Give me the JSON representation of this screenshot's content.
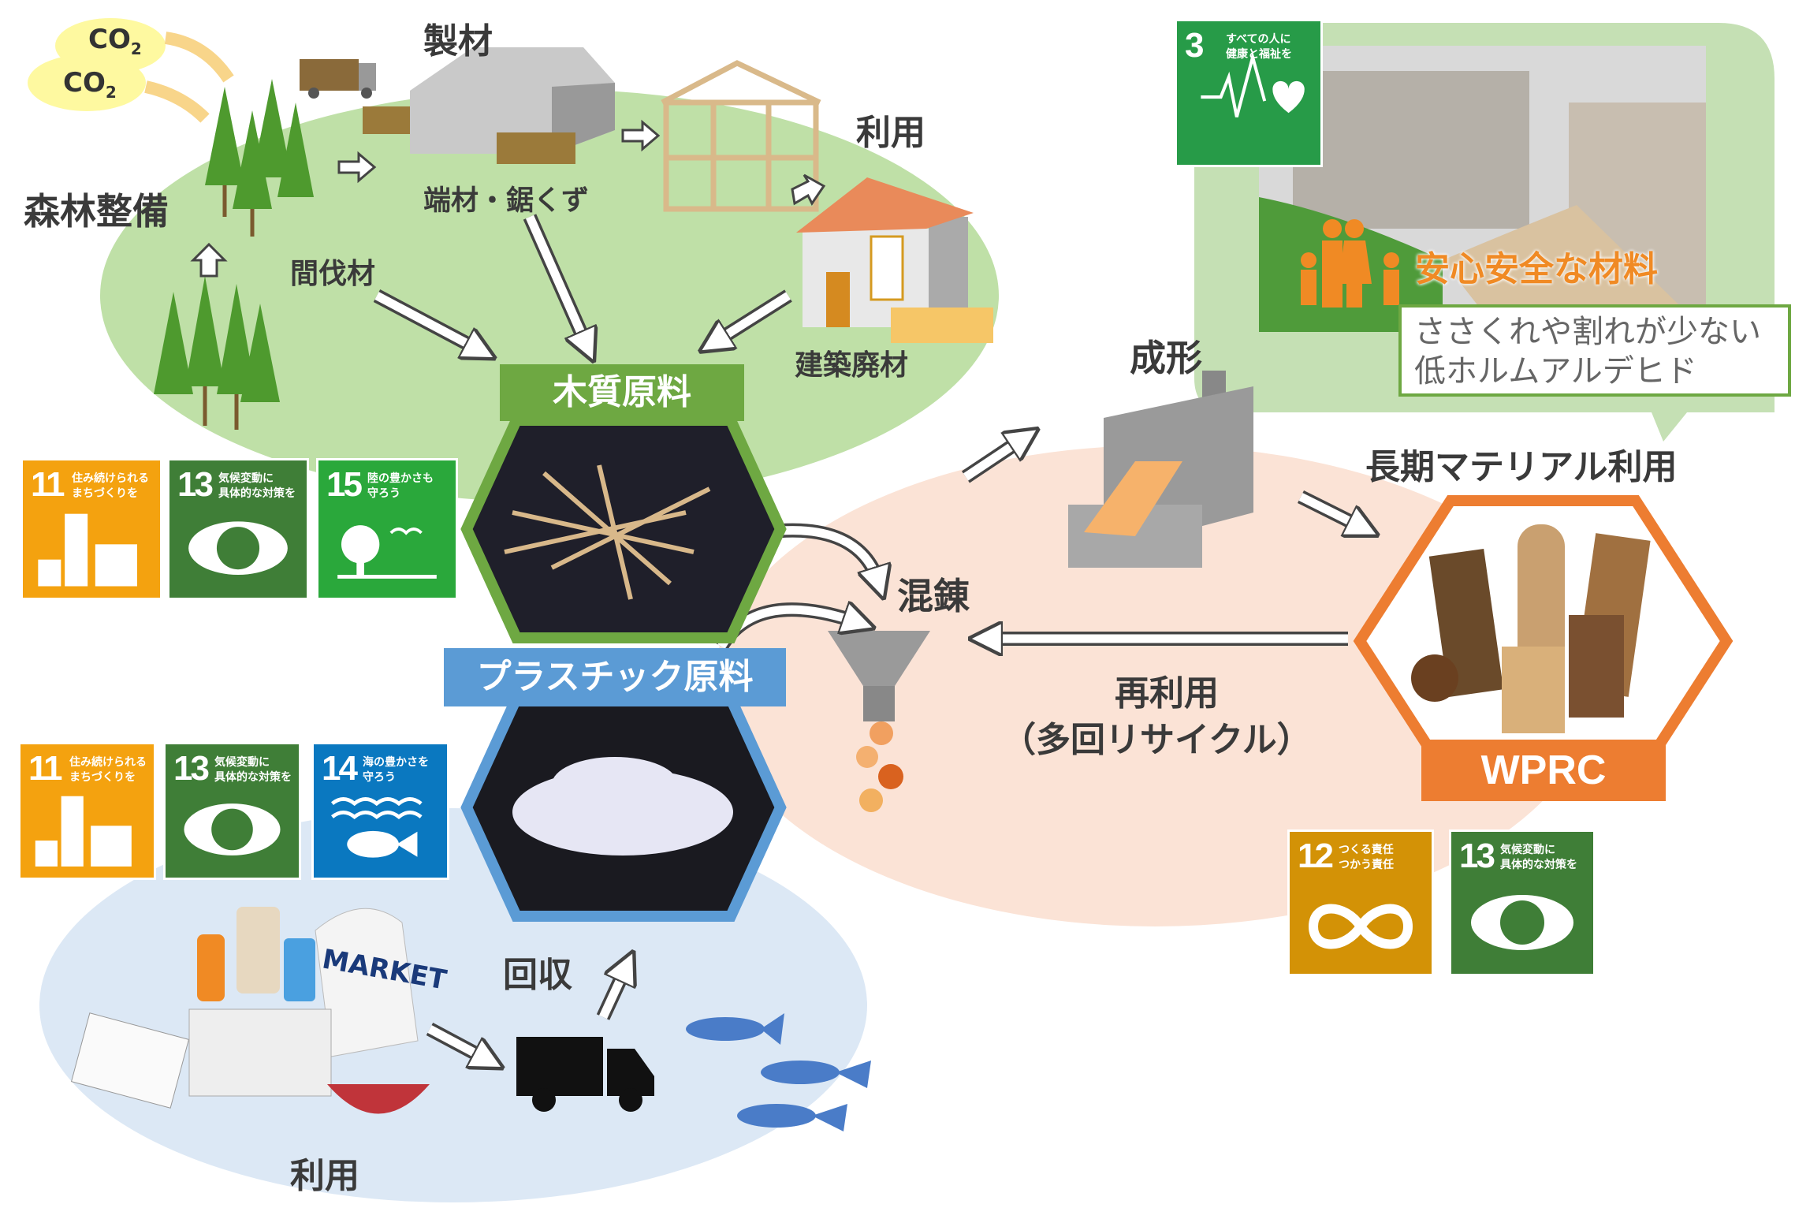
{
  "labels": {
    "forest": "森林整備",
    "lumber": "製材",
    "use_top": "利用",
    "offcuts": "端材・鋸くず",
    "thinning": "間伐材",
    "demolition": "建築廃材",
    "wood_material": "木質原料",
    "plastic_material": "プラスチック原料",
    "kneading": "混錬",
    "molding": "成形",
    "long_term": "長期マテリアル利用",
    "reuse": "再利用",
    "multi_recycle": "（多回リサイクル）",
    "wprc": "WPRC",
    "collection": "回収",
    "use_bottom": "利用",
    "co2_a": "CO",
    "co2_b": "CO",
    "co2_sub": "2",
    "market": "MARKET"
  },
  "safety": {
    "headline": "安心安全な材料",
    "line1": "ささくれや割れが少ない",
    "line2": "低ホルムアルデヒド"
  },
  "sdgs": {
    "g3": {
      "num": "3",
      "l1": "すべての人に",
      "l2": "健康と福祉を",
      "color": "#279b48"
    },
    "g11a": {
      "num": "11",
      "l1": "住み続けられる",
      "l2": "まちづくりを",
      "color": "#f4a20f"
    },
    "g13a": {
      "num": "13",
      "l1": "気候変動に",
      "l2": "具体的な対策を",
      "color": "#3f7e37"
    },
    "g15": {
      "num": "15",
      "l1": "陸の豊かさも",
      "l2": "守ろう",
      "color": "#2aa83b"
    },
    "g11b": {
      "num": "11",
      "l1": "住み続けられる",
      "l2": "まちづくりを",
      "color": "#f4a20f"
    },
    "g13b": {
      "num": "13",
      "l1": "気候変動に",
      "l2": "具体的な対策を",
      "color": "#3f7e37"
    },
    "g14": {
      "num": "14",
      "l1": "海の豊かさを",
      "l2": "守ろう",
      "color": "#0a78c0"
    },
    "g12": {
      "num": "12",
      "l1": "つくる責任",
      "l2": "つかう責任",
      "color": "#d39206"
    },
    "g13c": {
      "num": "13",
      "l1": "気候変動に",
      "l2": "具体的な対策を",
      "color": "#3f7e37"
    }
  },
  "colors": {
    "wood": "#6ea842",
    "plastic": "#5b9bd5",
    "wprc": "#ed7d31",
    "forest_bg": "#bfe0a7",
    "ocean_bg": "#dce8f5",
    "recycle_bg": "#fbe3d6"
  }
}
